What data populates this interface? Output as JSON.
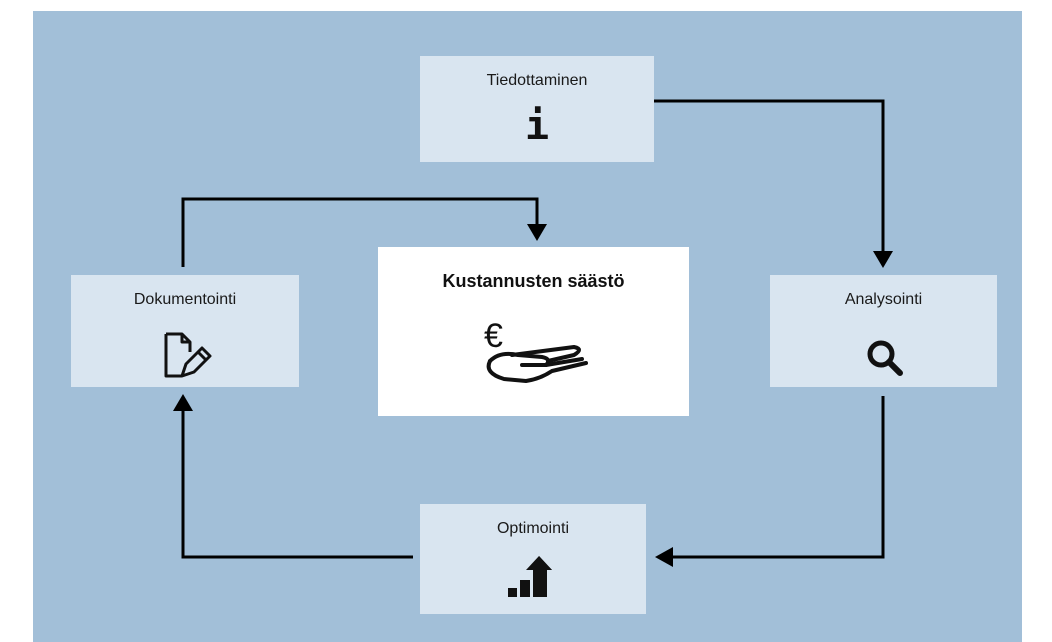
{
  "diagram": {
    "center": {
      "title": "Kustannusten säästö",
      "icon": "euro-hand-icon",
      "icon_text": "€"
    },
    "nodes": {
      "tiedottaminen": {
        "label": "Tiedottaminen",
        "icon": "info-icon",
        "icon_text": "i"
      },
      "analysointi": {
        "label": "Analysointi",
        "icon": "magnifier-icon"
      },
      "optimointi": {
        "label": "Optimointi",
        "icon": "bar-chart-arrow-icon"
      },
      "dokumentointi": {
        "label": "Dokumentointi",
        "icon": "document-pencil-icon"
      }
    },
    "colors": {
      "background": "#a2bfd8",
      "box": "#d9e5f0",
      "center_box": "#ffffff",
      "arrow": "#000000"
    }
  }
}
